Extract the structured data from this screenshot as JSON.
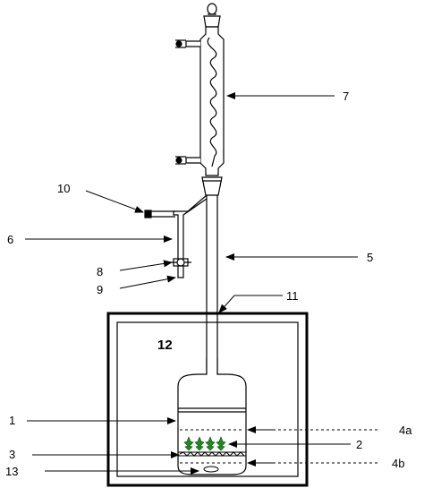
{
  "labels": {
    "l1": "1",
    "l2": "2",
    "l3": "3",
    "l4a": "4a",
    "l4b": "4b",
    "l5": "5",
    "l6": "6",
    "l7": "7",
    "l8": "8",
    "l9": "9",
    "l10": "10",
    "l11": "11",
    "l12": "12",
    "l13": "13"
  }
}
